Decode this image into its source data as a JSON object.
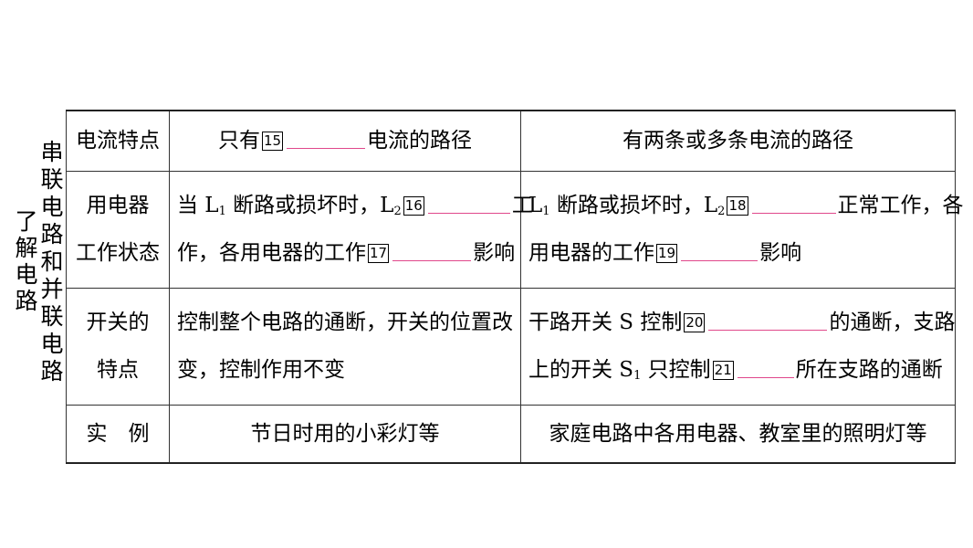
{
  "side_outer": [
    "了",
    "解",
    "电",
    "路"
  ],
  "side_inner": [
    "串",
    "联",
    "电",
    "路",
    "和",
    "并",
    "联",
    "电",
    "路"
  ],
  "rows": {
    "current": {
      "label": "电流特点",
      "series_pre": "只有",
      "series_num": "15",
      "series_post": "电流的路径",
      "parallel": "有两条或多条电流的路径"
    },
    "appliance": {
      "label_line1": "用电器",
      "label_line2": "工作状态",
      "s_t1": "当 L",
      "s_sub1": "1",
      "s_t2": " 断路或损坏时，L",
      "s_sub2": "2",
      "s_num1": "16",
      "s_t3": "工",
      "s_t4": "作，各用电器的工作",
      "s_num2": "17",
      "s_t5": "影响",
      "p_t1": "L",
      "p_sub1": "1",
      "p_t2": " 断路或损坏时，L",
      "p_sub2": "2",
      "p_num1": "18",
      "p_t3": "正常工作，各",
      "p_t4": "用电器的工作",
      "p_num2": "19",
      "p_t5": "影响"
    },
    "switch": {
      "label_line1": "开关的",
      "label_line2": "特点",
      "s_line1": "控制整个电路的通断，开关的位置改",
      "s_line2": "变，控制作用不变",
      "p_t1": "干路开关 S 控制",
      "p_num1": "20",
      "p_t2": "的通断，支路",
      "p_t3": "上的开关 S",
      "p_sub1": "1",
      "p_t4": " 只控制",
      "p_num2": "21",
      "p_t5": "所在支路的通断"
    },
    "example": {
      "label": "实　例",
      "series": "节日时用的小彩灯等",
      "parallel": "家庭电路中各用电器、教室里的照明灯等"
    }
  }
}
